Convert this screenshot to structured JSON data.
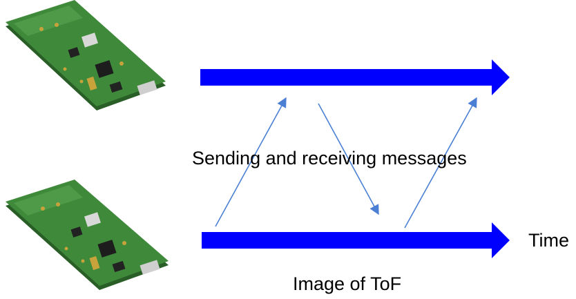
{
  "labels": {
    "messages": "Sending and receiving messages",
    "time": "Time",
    "caption": "Image of ToF"
  },
  "colors": {
    "timeline": "#0000ff",
    "message_arrow": "#4a7fd4",
    "board_pcb": "#3f8a3a",
    "board_edge": "#2a5e27"
  },
  "icons": {
    "board_top": "circuit-board-icon",
    "board_bottom": "circuit-board-icon"
  }
}
